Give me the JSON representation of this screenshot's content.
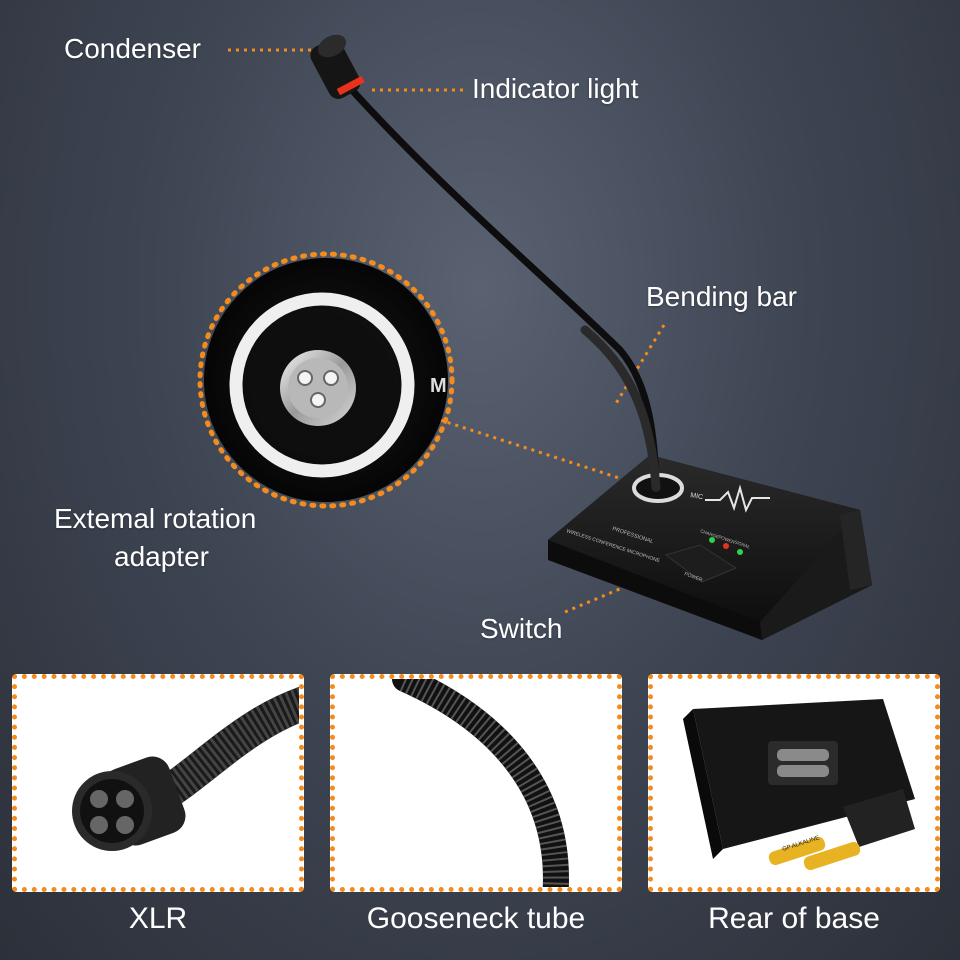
{
  "callouts": {
    "condenser": "Condenser",
    "indicator_light": "Indicator light",
    "bending_bar": "Bending bar",
    "external_adapter_line1": "Extemal rotation",
    "external_adapter_line2": "adapter",
    "switch": "Switch"
  },
  "base_labels": {
    "mic": "MIC",
    "brand_line1": "PROFESSIONAL",
    "brand_line2": "WIRELESS CONFERENCE MICROPHONE",
    "led1": "CHARGE",
    "led2": "POWER",
    "led3": "SIGNAL",
    "power": "POWER"
  },
  "panels": [
    {
      "caption": "XLR",
      "icon": "xlr-connector-icon"
    },
    {
      "caption": "Gooseneck tube",
      "icon": "gooseneck-icon"
    },
    {
      "caption": "Rear of base",
      "icon": "battery-compartment-icon"
    }
  ],
  "battery_brand": "GP ALKALINE",
  "colors": {
    "accent": "#f28c1e",
    "background": "#3f4654",
    "indicator": "#e8321c"
  }
}
